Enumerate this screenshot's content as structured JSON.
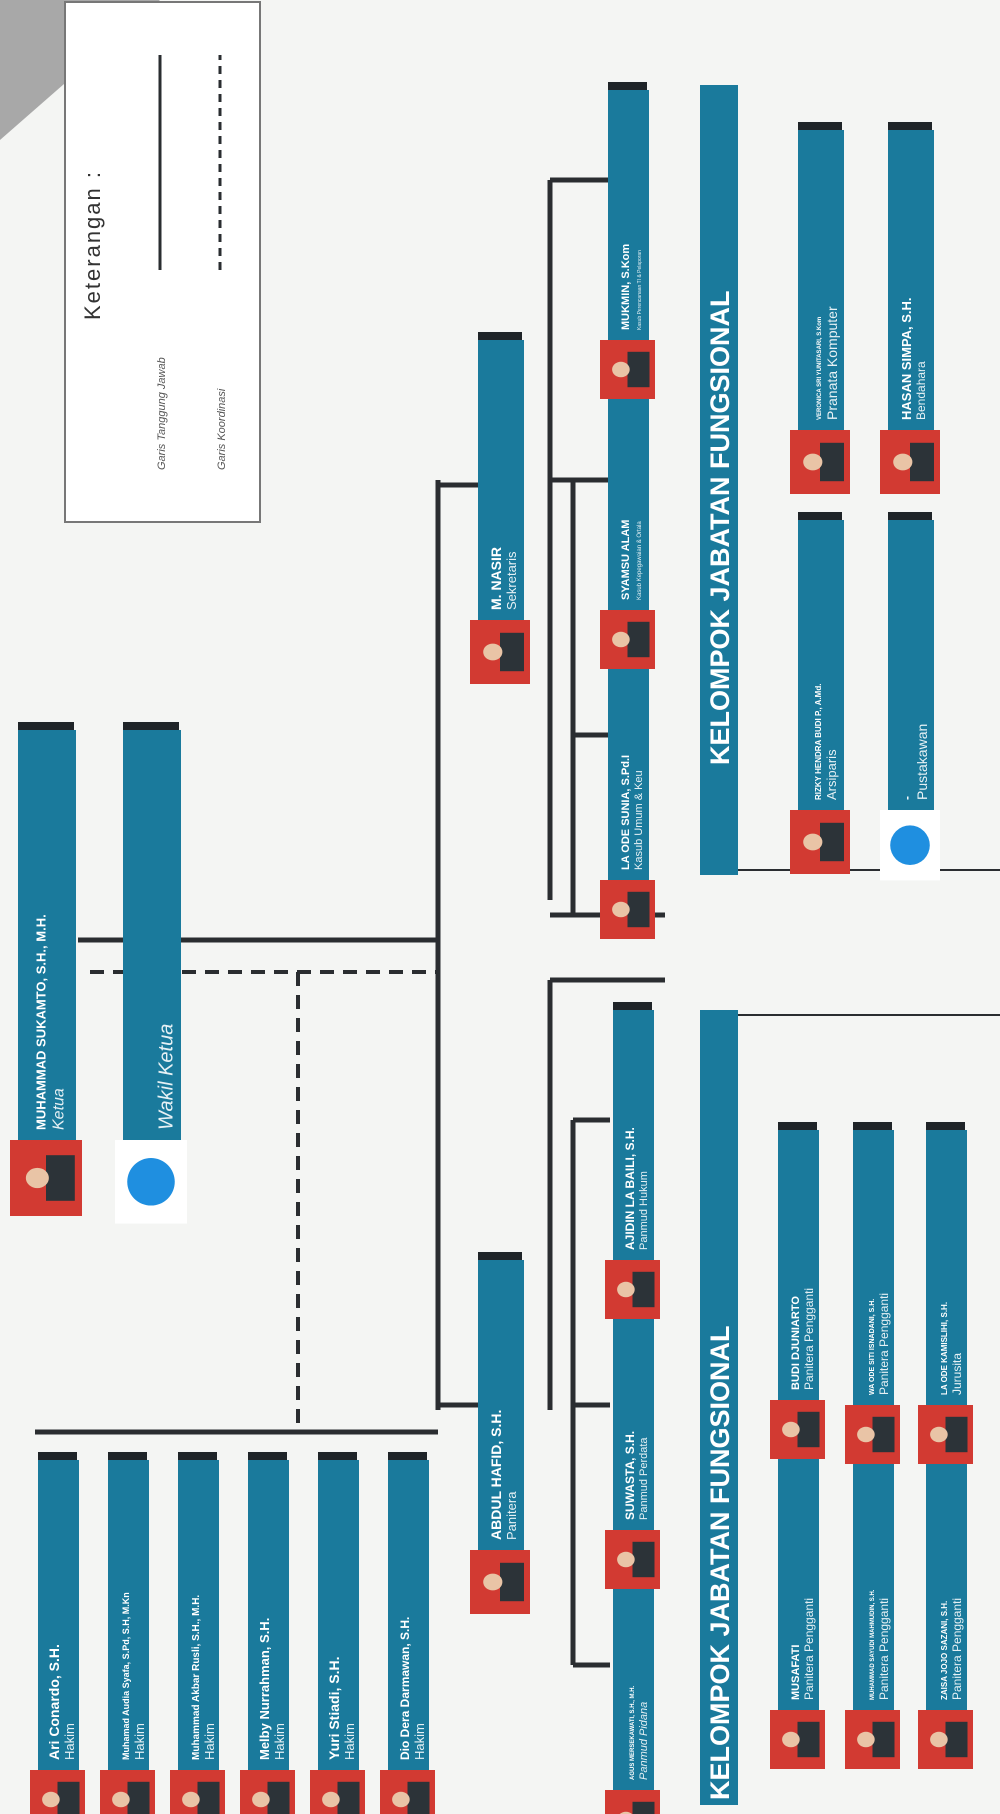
{
  "legend": {
    "title": "Keterangan :",
    "solid_label": "Garis Tanggung Jawab",
    "dashed_label": "Garis Koordinasi"
  },
  "colors": {
    "card": "#1a7a9c",
    "photo_frame": "#d23a32",
    "line": "#2a2d30"
  },
  "leaders": [
    {
      "name": "MUHAMMAD SUKAMTO, S.H., M.H.",
      "role": "Ketua",
      "photo": "photo"
    },
    {
      "name": "",
      "role": "Wakil Ketua",
      "photo": "logo-placeholder-icon"
    }
  ],
  "judges": [
    {
      "name": "Ari Conardo, S.H.",
      "role": "Hakim"
    },
    {
      "name": "Muhamad Audia Syafa, S.Pd, S.H, M.Kn",
      "role": "Hakim"
    },
    {
      "name": "Muhammad Akbar Rusli, S.H., M.H.",
      "role": "Hakim"
    },
    {
      "name": "Melby Nurrahman, S.H.",
      "role": "Hakim"
    },
    {
      "name": "Yuri Stiadi, S.H.",
      "role": "Hakim"
    },
    {
      "name": "Dio Dera Darmawan, S.H.",
      "role": "Hakim"
    }
  ],
  "secretary": {
    "name": "M. NASIR",
    "role": "Sekretaris"
  },
  "secretary_staff": [
    {
      "name": "LA ODE SUNIA, S.Pd.I",
      "role": "Kasub Umum & Keu"
    },
    {
      "name": "SYAMSU ALAM",
      "role": "Kasub Kepegawaian & Ortala"
    },
    {
      "name": "MUKMIN, S.Kom",
      "role": "Kasub Perencanaan TI & Pelaporan"
    }
  ],
  "clerk": {
    "name": "ABDUL HAFID, S.H.",
    "role": "Panitera"
  },
  "clerk_staff": [
    {
      "name": "AGUS MERSEKAWATI, S.H., M.H.",
      "role": "Panmud Pidana"
    },
    {
      "name": "SUWASTA, S.H.",
      "role": "Panmud Perdata"
    },
    {
      "name": "AJIDIN LA BAILI, S.H.",
      "role": "Panmud Hukum"
    }
  ],
  "functional_groups": [
    {
      "title": "KELOMPOK JABATAN FUNGSIONAL",
      "members": [
        {
          "name": "MUSAFATI",
          "role": "Panitera Pengganti"
        },
        {
          "name": "BUDI DJUNIARTO",
          "role": "Panitera Pengganti"
        },
        {
          "name": "MUHAMMAD SAYUDI MAHMUDIN, S.H.",
          "role": "Panitera Pengganti"
        },
        {
          "name": "WA ODE SITI ISNADANI, S.H.",
          "role": "Panitera Pengganti"
        },
        {
          "name": "ZAISA JOJO SAZANI, S.H.",
          "role": "Panitera Pengganti"
        },
        {
          "name": "LA ODE KAMISLIHI, S.H.",
          "role": "Jurusita"
        }
      ]
    },
    {
      "title": "KELOMPOK JABATAN FUNGSIONAL",
      "members": [
        {
          "name": "RIZKY HENDRA BUDI P., A.Md.",
          "role": "Arsiparis"
        },
        {
          "name": "VERONICA SRI YUNITASARI, S.Kom",
          "role": "Pranata Komputer"
        },
        {
          "name": "-",
          "role": "Pustakawan"
        },
        {
          "name": "HASAN SIMPA, S.H.",
          "role": "Bendahara"
        }
      ]
    }
  ]
}
